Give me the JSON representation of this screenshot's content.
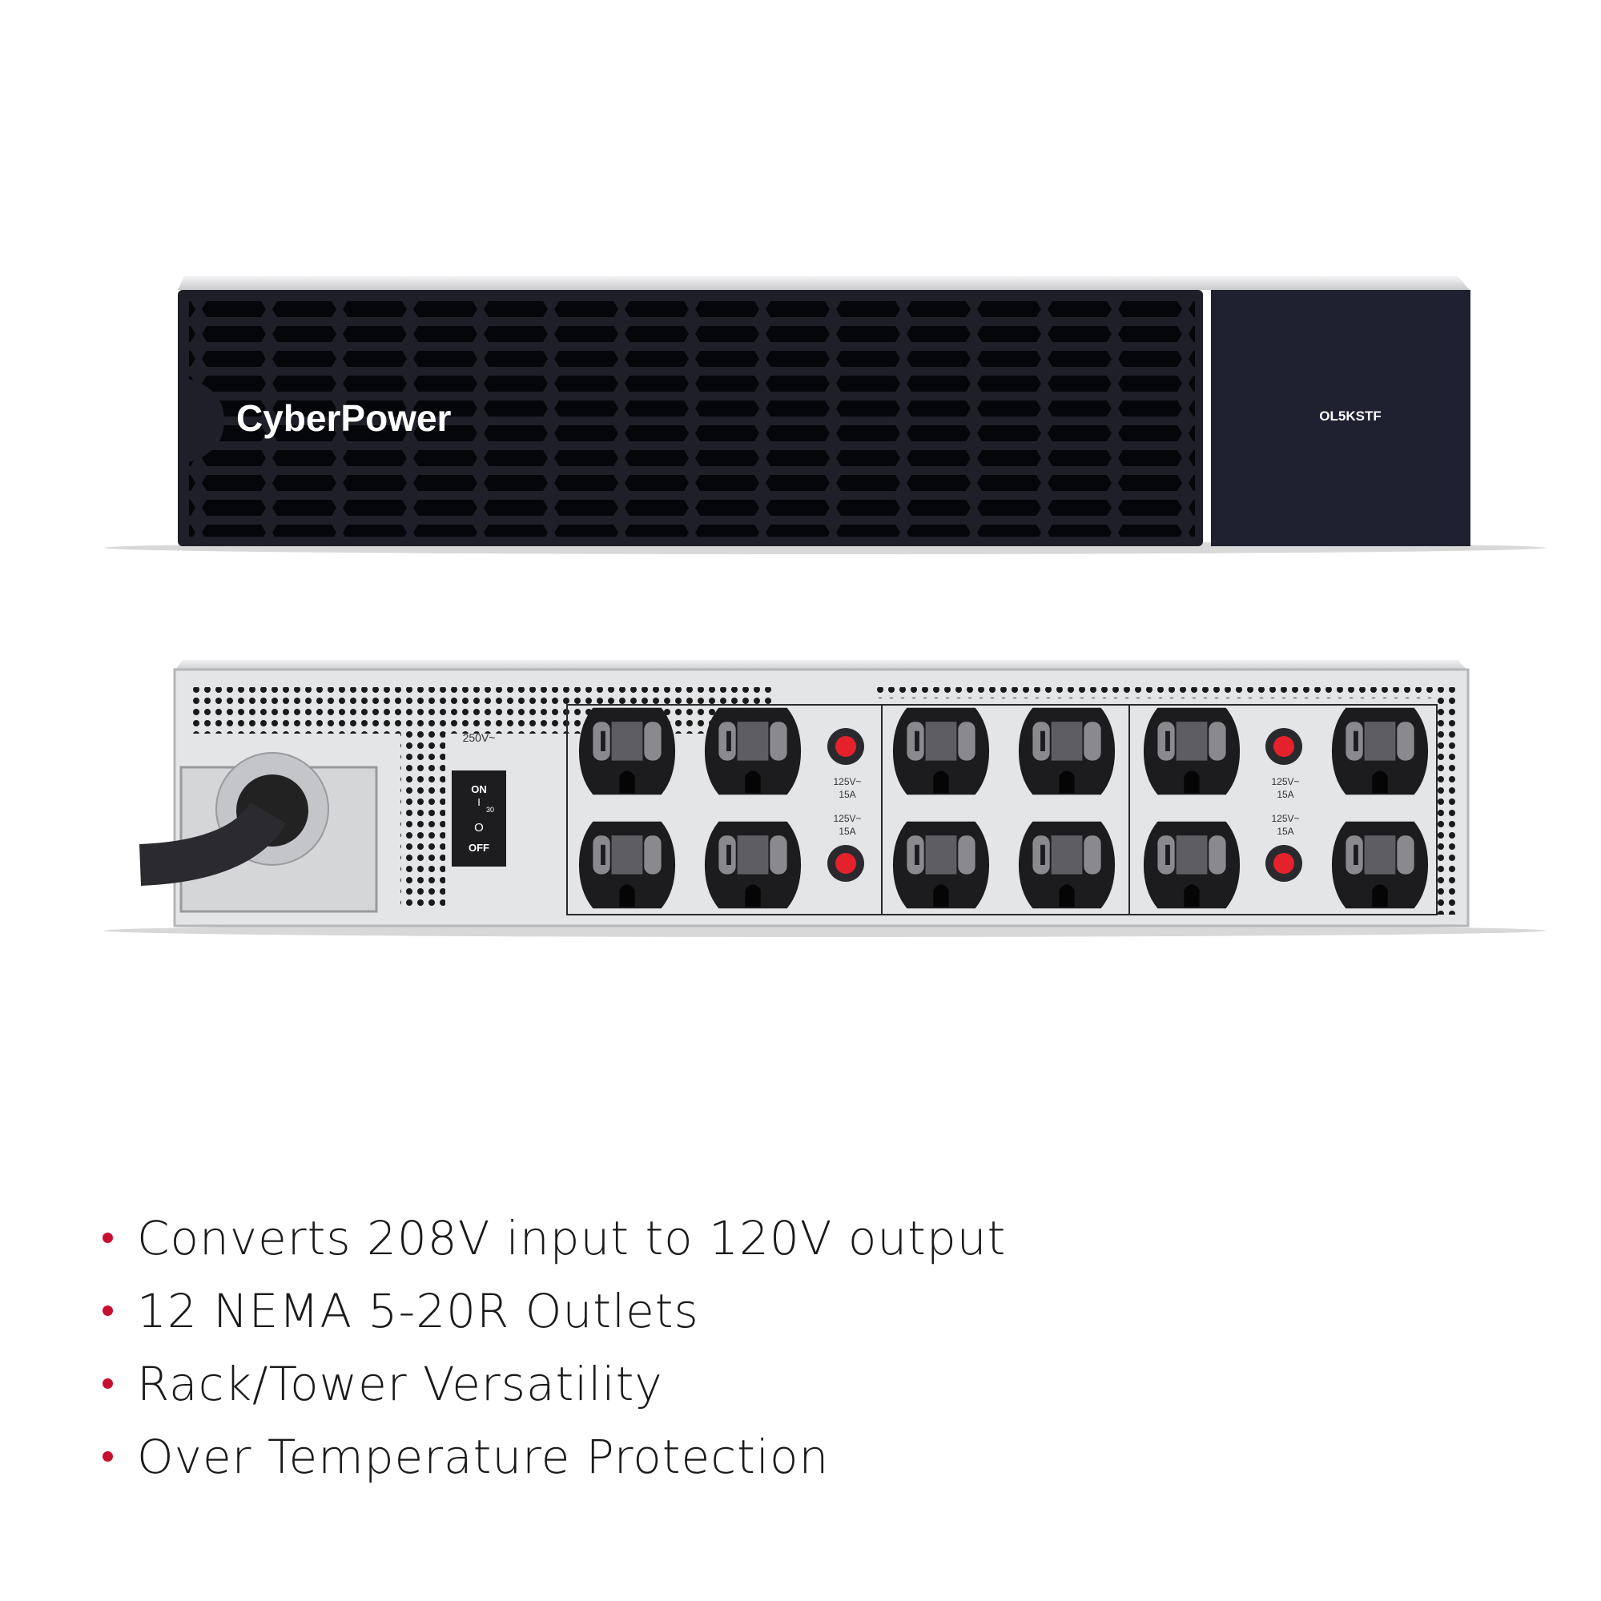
{
  "front_unit": {
    "brand_logo": "CyberPower",
    "model": "OL5KSTF"
  },
  "rear_unit": {
    "input_rating": "250V~",
    "switch": {
      "on": "ON",
      "on_symbol": "I",
      "rating": "30",
      "off_symbol": "O",
      "off": "OFF"
    },
    "breakers": [
      {
        "voltage": "125V~",
        "current": "15A"
      },
      {
        "voltage": "125V~",
        "current": "15A"
      },
      {
        "voltage": "125V~",
        "current": "15A"
      },
      {
        "voltage": "125V~",
        "current": "15A"
      }
    ],
    "outlet_count": 12
  },
  "features": [
    "Converts 208V input to 120V output",
    "12 NEMA 5-20R Outlets",
    "Rack/Tower Versatility",
    "Over Temperature Protection"
  ],
  "colors": {
    "accent": "#c8102e",
    "chassis_dark": "#1c1d26",
    "chassis_silver": "#e6e7e9"
  }
}
